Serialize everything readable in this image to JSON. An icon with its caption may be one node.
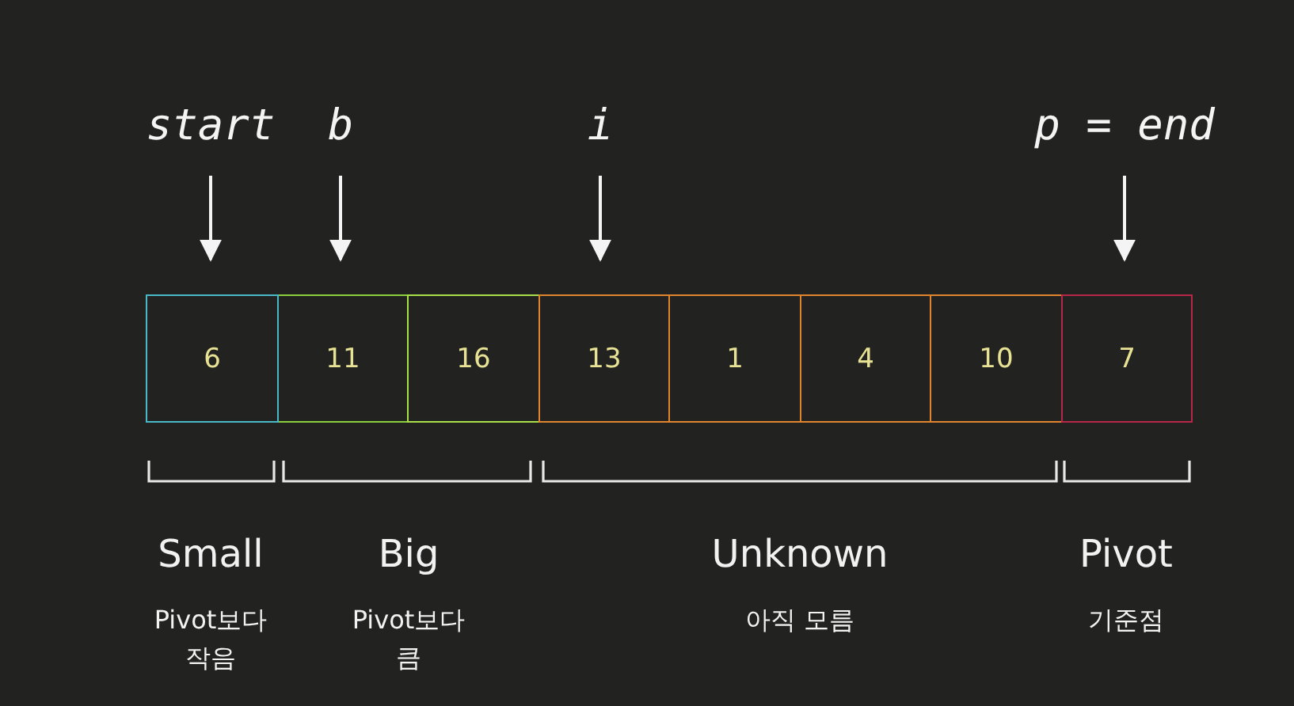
{
  "diagram": {
    "nodes": [
      {
        "text": [
          "start"
        ]
      },
      {
        "text": [
          "b"
        ]
      },
      {
        "text": [
          "i"
        ]
      },
      {
        "text": [
          "p = end"
        ]
      },
      {
        "text": [
          "6"
        ]
      },
      {
        "text": [
          "11"
        ]
      },
      {
        "text": [
          "16"
        ]
      },
      {
        "text": [
          "13"
        ]
      },
      {
        "text": [
          "1"
        ]
      },
      {
        "text": [
          "4"
        ]
      },
      {
        "text": [
          "10"
        ]
      },
      {
        "text": [
          "7"
        ]
      }
    ],
    "edges": [
      {
        "from": 0,
        "to": 4,
        "arrow": "to"
      },
      {
        "from": 1,
        "to": 5,
        "arrow": "to"
      },
      {
        "from": 2,
        "to": 7,
        "arrow": "to"
      },
      {
        "from": 3,
        "to": 11,
        "arrow": "to"
      }
    ],
    "labels": [
      "Small",
      "Big",
      "Unknown",
      "Pivot",
      "Pivot보다 작음",
      "Pivot보다 큼",
      "아직 모름",
      "기준점"
    ]
  }
}
